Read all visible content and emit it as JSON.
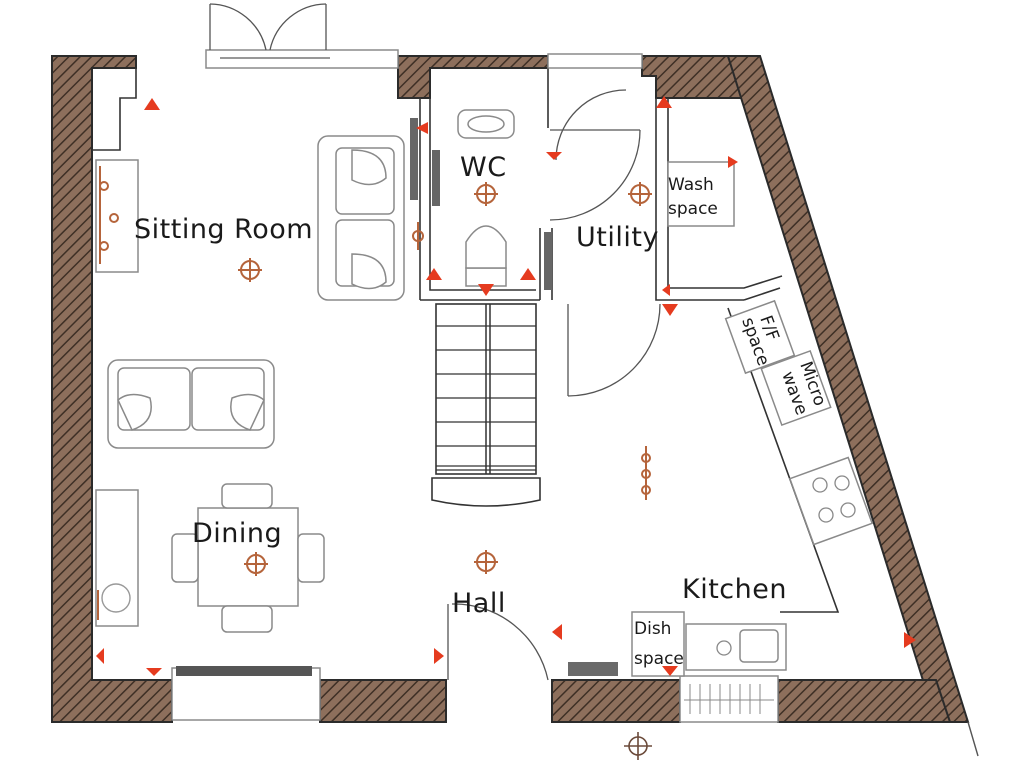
{
  "rooms": {
    "sitting_room": "Sitting Room",
    "wc": "WC",
    "utility": "Utility",
    "dining": "Dining",
    "hall": "Hall",
    "kitchen": "Kitchen"
  },
  "appliances": {
    "wash_space_1": "Wash",
    "wash_space_2": "space",
    "ff_space_1": "F/F",
    "ff_space_2": "space",
    "micro_wave_1": "Micro",
    "micro_wave_2": "wave",
    "dish_space_1": "Dish",
    "dish_space_2": "space"
  },
  "colors": {
    "wall_hatch": "#8a6a55",
    "marker": "#e53b1f",
    "fixture": "#b5643b"
  }
}
